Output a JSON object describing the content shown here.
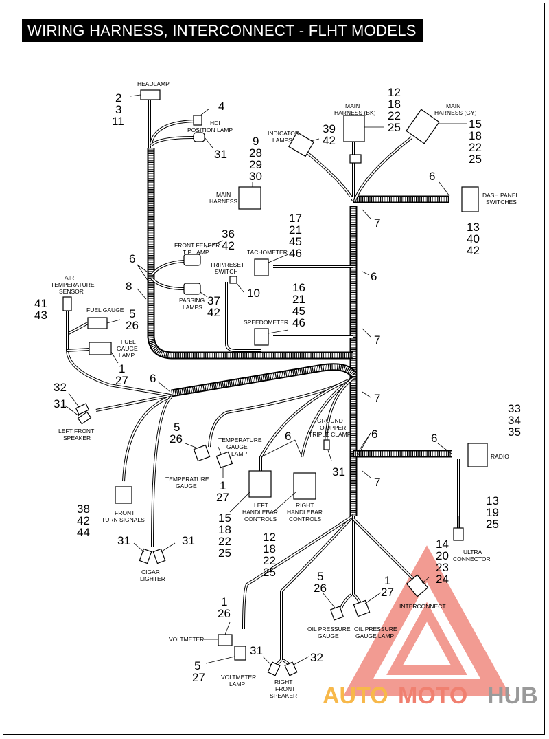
{
  "title": "WIRING HARNESS, INTERCONNECT - FLHT MODELS",
  "watermark": {
    "text_a": "AUTO",
    "text_b": "MOTO",
    "text_c": "HUB",
    "color_a": "#f7b84a",
    "color_b": "#f08070",
    "color_c": "#9a9a9a",
    "triangle_color": "#f08a80"
  },
  "labels": {
    "headlamp": "HEADLAMP",
    "hdi_1": "HDI",
    "hdi_2": "POSITION LAMP",
    "indicator_1": "INDICATOR",
    "indicator_2": "LAMPS",
    "main_bk_1": "MAIN",
    "main_bk_2": "HARNESS (BK)",
    "main_gy_1": "MAIN",
    "main_gy_2": "HARNESS (GY)",
    "main_1": "MAIN",
    "main_2": "HARNESS",
    "dash_1": "DASH PANEL",
    "dash_2": "SWITCHES",
    "fender_1": "FRONT FENDER",
    "fender_2": "TIP LAMP",
    "tach": "TACHOMETER",
    "trip_1": "TRIP/RESET",
    "trip_2": "SWITCH",
    "air_1": "AIR",
    "air_2": "TEMPERATURE",
    "air_3": "SENSOR",
    "passing_1": "PASSING",
    "passing_2": "LAMPS",
    "fuel_gauge": "FUEL GAUGE",
    "fuel_lamp_1": "FUEL",
    "fuel_lamp_2": "GAUGE",
    "fuel_lamp_3": "LAMP",
    "speedo": "SPEEDOMETER",
    "lf_speaker_1": "LEFT FRONT",
    "lf_speaker_2": "SPEAKER",
    "ground_1": "GROUND",
    "ground_2": "TO UPPER",
    "ground_3": "TRIPLE CLAMP",
    "temp_lamp_1": "TEMPERATURE",
    "temp_lamp_2": "GAUGE",
    "temp_lamp_3": "LAMP",
    "temp_gauge_1": "TEMPERATURE",
    "temp_gauge_2": "GAUGE",
    "radio": "RADIO",
    "turn_1": "FRONT",
    "turn_2": "TURN SIGNALS",
    "lh_1": "LEFT",
    "lh_2": "HANDLEBAR",
    "lh_3": "CONTROLS",
    "rh_1": "RIGHT",
    "rh_2": "HANDLEBAR",
    "rh_3": "CONTROLS",
    "ultra_1": "ULTRA",
    "ultra_2": "CONNECTOR",
    "cigar_1": "CIGAR",
    "cigar_2": "LIGHTER",
    "interconnect": "INTERCONNECT",
    "oil_gauge_1": "OIL PRESSURE",
    "oil_gauge_2": "GAUGE",
    "oil_lamp_1": "OIL PRESSURE",
    "oil_lamp_2": "GAUGE LAMP",
    "voltmeter": "VOLTMETER",
    "volt_lamp_1": "VOLTMETER",
    "volt_lamp_2": "LAMP",
    "rf_speaker_1": "RIGHT",
    "rf_speaker_2": "FRONT",
    "rf_speaker_3": "SPEAKER"
  },
  "callouts": {
    "headlamp": [
      "2",
      "3",
      "11"
    ],
    "hdi_4": "4",
    "hdi_31": "31",
    "main_bk": [
      "12",
      "18",
      "22",
      "25"
    ],
    "indicator": [
      "39",
      "42"
    ],
    "main_gy": [
      "15",
      "18",
      "22",
      "25"
    ],
    "main": [
      "9",
      "28",
      "29",
      "30"
    ],
    "dash_6": "6",
    "dash": [
      "13",
      "40",
      "42"
    ],
    "c7_a": "7",
    "fender": [
      "36",
      "42"
    ],
    "tach": [
      "17",
      "21",
      "45",
      "46"
    ],
    "six_left": "6",
    "six_tach": "6",
    "eight": "8",
    "trip_10": "10",
    "air": [
      "41",
      "43"
    ],
    "passing": [
      "37",
      "42"
    ],
    "fuel_gauge": [
      "5",
      "26"
    ],
    "speedo": [
      "16",
      "21",
      "45",
      "46"
    ],
    "c7_b": "7",
    "fuel_lamp": [
      "1",
      "27"
    ],
    "six_mid": "6",
    "c7_c": "7",
    "lf_speaker": [
      "32",
      "31"
    ],
    "radio": [
      "33",
      "34",
      "35"
    ],
    "temp_lamp": [
      "5",
      "26"
    ],
    "six_lh": "6",
    "six_right_a": "6",
    "six_radio": "6",
    "ground_31": "31",
    "c7_d": "7",
    "temp_gauge_bottom": [
      "1",
      "27"
    ],
    "turn": [
      "38",
      "42",
      "44"
    ],
    "lh": [
      "15",
      "18",
      "22",
      "25"
    ],
    "rh": [
      "12",
      "18",
      "22",
      "25"
    ],
    "ultra": [
      "13",
      "19",
      "25"
    ],
    "cigar_l": "31",
    "cigar_r": "31",
    "interconnect": [
      "14",
      "20",
      "23",
      "24"
    ],
    "oil_gauge": [
      "5",
      "26"
    ],
    "oil_lamp": [
      "1",
      "27"
    ],
    "voltmeter": [
      "1",
      "26"
    ],
    "volt_lamp": [
      "5",
      "27"
    ],
    "rf_l": "31",
    "rf_r": "32"
  }
}
